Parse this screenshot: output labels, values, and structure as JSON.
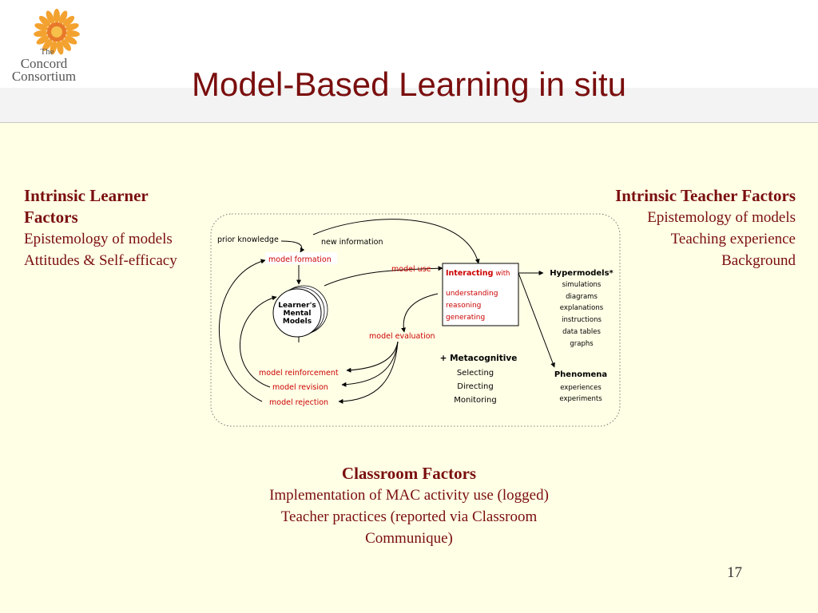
{
  "logo": {
    "line1": "The",
    "line2": "Concord",
    "line3": "Consortium"
  },
  "slide": {
    "title": "Model-Based Learning in situ",
    "page_number": "17"
  },
  "learner_factors": {
    "heading_line1": "Intrinsic Learner",
    "heading_line2": "Factors",
    "items": [
      "Epistemology of models",
      "Attitudes & Self-efficacy"
    ]
  },
  "teacher_factors": {
    "heading": "Intrinsic Teacher Factors",
    "items": [
      "Epistemology of models",
      "Teaching experience",
      "Background"
    ]
  },
  "classroom_factors": {
    "heading": "Classroom Factors",
    "items": [
      "Implementation of MAC activity use (logged)",
      "Teacher practices (reported via Classroom",
      "Communique)"
    ]
  },
  "diagram": {
    "prior_knowledge": "prior knowledge",
    "new_information": "new information",
    "model_formation": "model formation",
    "model_use": "model use",
    "mental_models": [
      "Learner's",
      "Mental",
      "Models"
    ],
    "model_evaluation": "model evaluation",
    "model_reinforcement": "model reinforcement",
    "model_revision": "model revision",
    "model_rejection": "model rejection",
    "interacting": "Interacting",
    "interacting_with": "with",
    "interacting_items": [
      "understanding",
      "reasoning",
      "generating"
    ],
    "metacognitive": "+ Metacognitive",
    "metacognitive_items": [
      "Selecting",
      "Directing",
      "Monitoring"
    ],
    "hypermodels": "Hypermodels*",
    "hypermodels_items": [
      "simulations",
      "diagrams",
      "explanations",
      "instructions",
      "data tables",
      "graphs"
    ],
    "phenomena": "Phenomena",
    "phenomena_items": [
      "experiences",
      "experiments"
    ]
  },
  "colors": {
    "title": "#7a0e0e",
    "diagram_red": "#cc0000",
    "background": "#ffffe6"
  }
}
